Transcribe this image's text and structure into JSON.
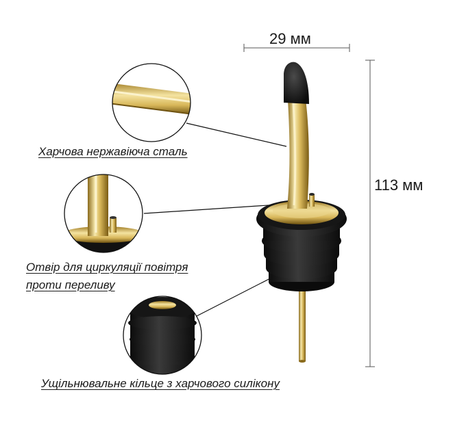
{
  "dimensions": {
    "width_label": "29 мм",
    "height_label": "113 мм"
  },
  "callouts": [
    {
      "id": "steel",
      "label_lines": [
        "Харчова нержавіюча сталь"
      ]
    },
    {
      "id": "air",
      "label_lines": [
        "Отвір для циркуляції повітря",
        "проти переливу"
      ]
    },
    {
      "id": "seal",
      "label_lines": [
        "Ущільнювальне кільце з харчового силікону"
      ]
    }
  ],
  "colors": {
    "gold": "#d8b75a",
    "gold_light": "#f4e3a1",
    "gold_dark": "#8a6a1c",
    "black": "#151515",
    "rubber": "#2a2a2a"
  }
}
